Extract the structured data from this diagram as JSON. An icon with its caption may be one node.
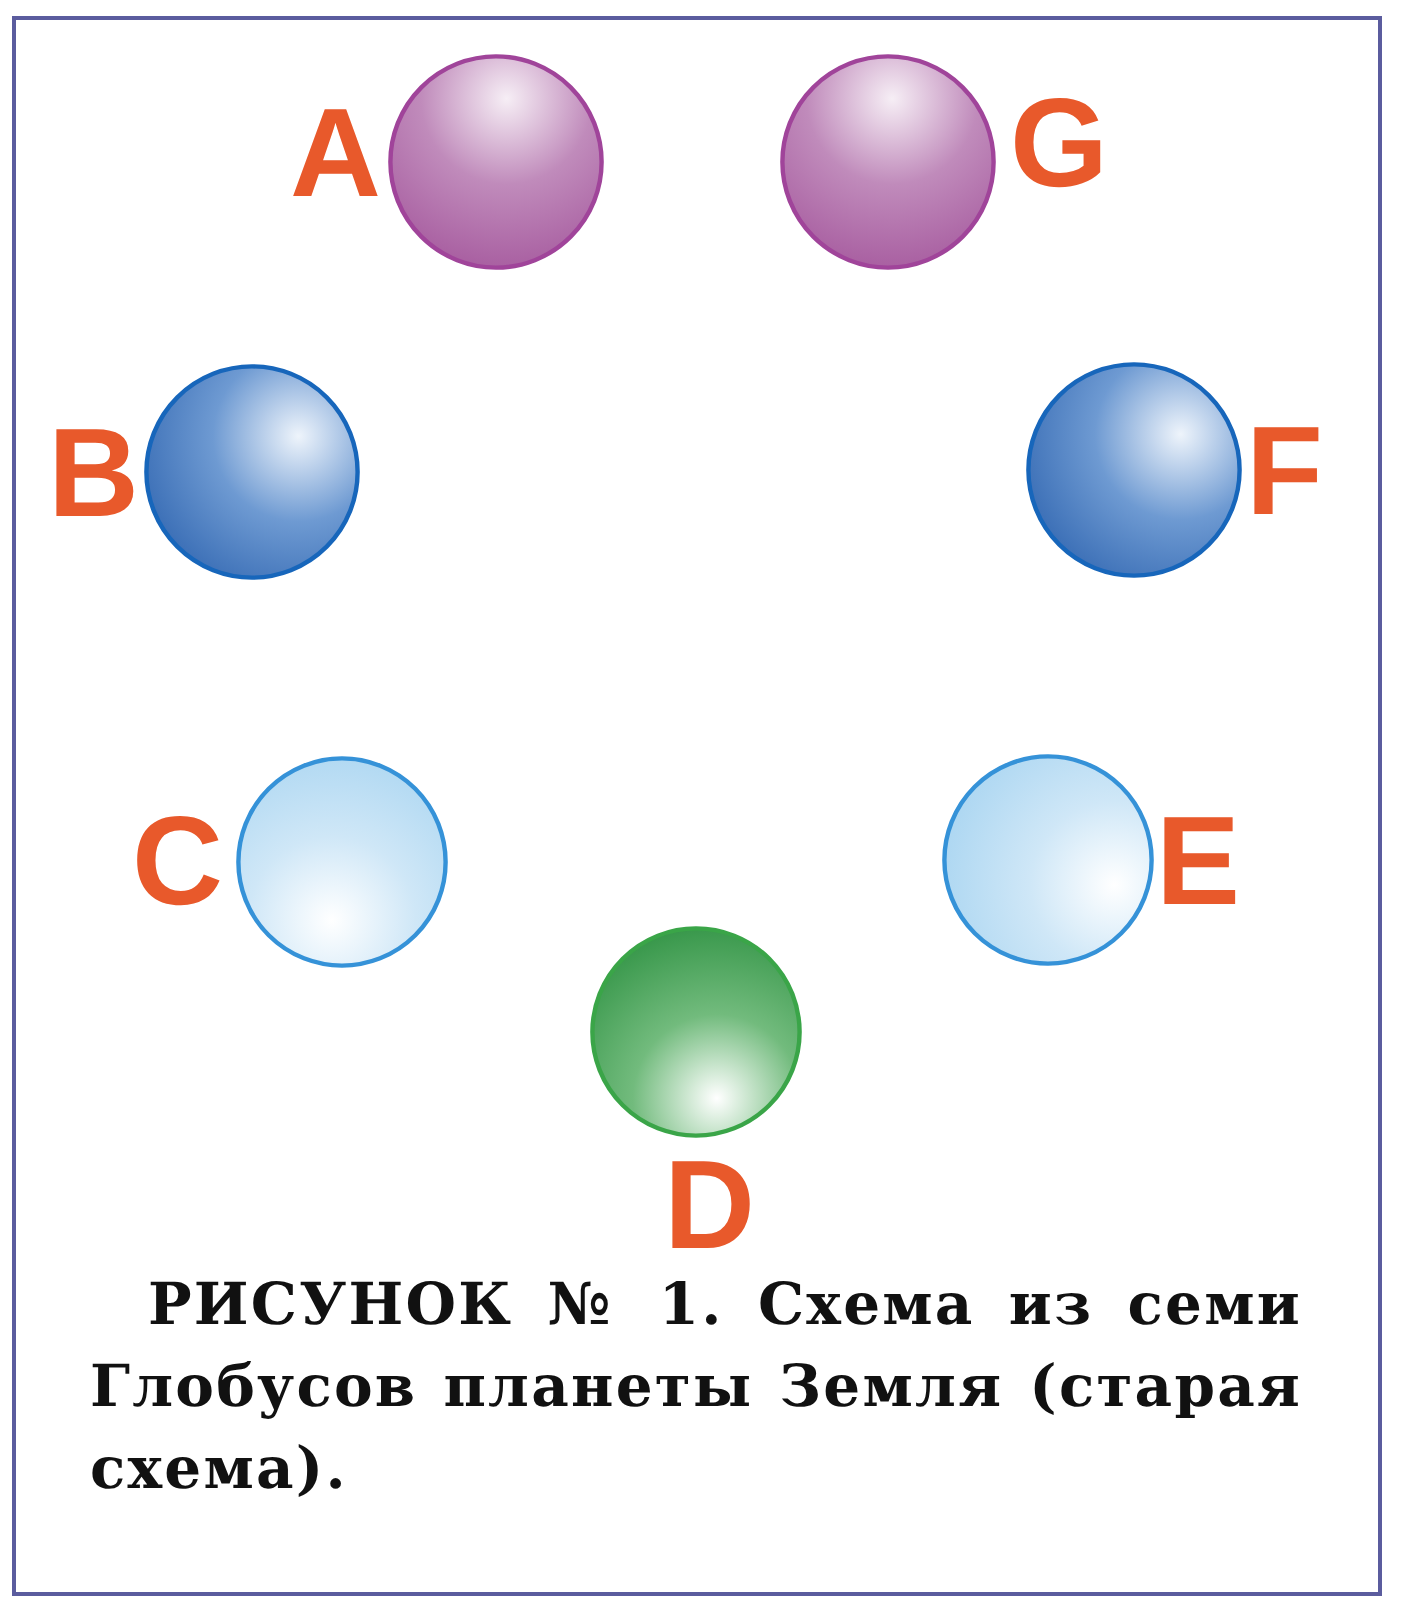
{
  "diagram": {
    "caption": "РИСУНОК № 1. Схема из семи Глобусов планеты Земля (старая схема).",
    "nodes": [
      {
        "text": [],
        "shape": "circle",
        "beside": [
          "A"
        ]
      },
      {
        "text": [],
        "shape": "circle",
        "beside": [
          "B"
        ]
      },
      {
        "text": [],
        "shape": "circle",
        "beside": [
          "C"
        ]
      },
      {
        "text": [],
        "shape": "circle",
        "beside": [
          "D"
        ]
      },
      {
        "text": [],
        "shape": "circle",
        "beside": [
          "E"
        ]
      },
      {
        "text": [],
        "shape": "circle",
        "beside": [
          "F"
        ]
      },
      {
        "text": [],
        "shape": "circle",
        "beside": [
          "G"
        ]
      }
    ]
  }
}
